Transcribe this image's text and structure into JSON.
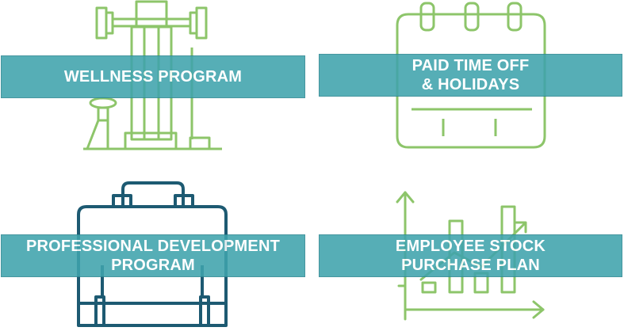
{
  "benefits": [
    {
      "id": "wellness",
      "line1": "WELLNESS PROGRAM",
      "line2": "",
      "icon": "fitness-machine-icon",
      "icon_color": "#8dc56a"
    },
    {
      "id": "pto",
      "line1": "PAID TIME OFF",
      "line2": "& HOLIDAYS",
      "icon": "calendar-icon",
      "icon_color": "#8dc56a"
    },
    {
      "id": "professional",
      "line1": "PROFESSIONAL DEVELOPMENT",
      "line2": "PROGRAM",
      "icon": "briefcase-icon",
      "icon_color": "#1d5a72"
    },
    {
      "id": "stock",
      "line1": "EMPLOYEE STOCK",
      "line2": "PURCHASE PLAN",
      "icon": "growth-chart-icon",
      "icon_color": "#8dc56a"
    }
  ],
  "colors": {
    "banner": "#3fa3ad",
    "text": "#ffffff",
    "green": "#8dc56a",
    "navy": "#1d5a72"
  }
}
